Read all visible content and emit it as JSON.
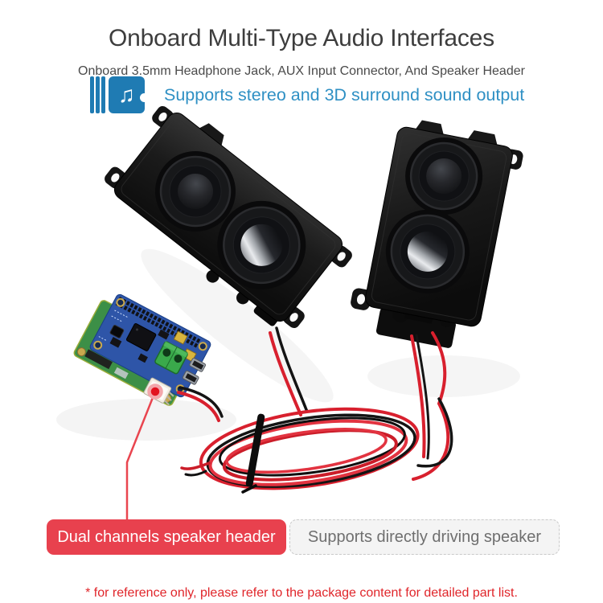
{
  "theme": {
    "title-color": "#3d3d3d",
    "subtitle-color": "#4a4a4a",
    "icon-blue": "#1f7bb3",
    "feature-blue": "#2f90c4",
    "label-red": "#e8414e",
    "pill-gray-bg": "#f4f4f4",
    "pill-gray-border": "#c9c9c9",
    "pill-gray-text": "#6f6f6f",
    "note-red": "#e0252a",
    "wire-red": "#d8202e",
    "callout-red": "#e9454f"
  },
  "header": {
    "title": "Onboard Multi-Type Audio Interfaces",
    "subtitle": "Onboard 3.5mm Headphone Jack, AUX Input Connector, And Speaker Header",
    "feature_text": "Supports stereo and 3D surround sound output",
    "music_icon_glyph": "♫"
  },
  "callout": {
    "red_label": "Dual channels speaker header",
    "gray_label": "Supports directly driving speaker"
  },
  "footnote": "* for reference only, please refer to the package content for detailed part list.",
  "photo": {
    "alt": "Two black cavity speakers connected by coiled red and black wire to the white speaker header of a blue audio expansion board stacked on a small green computer board"
  }
}
